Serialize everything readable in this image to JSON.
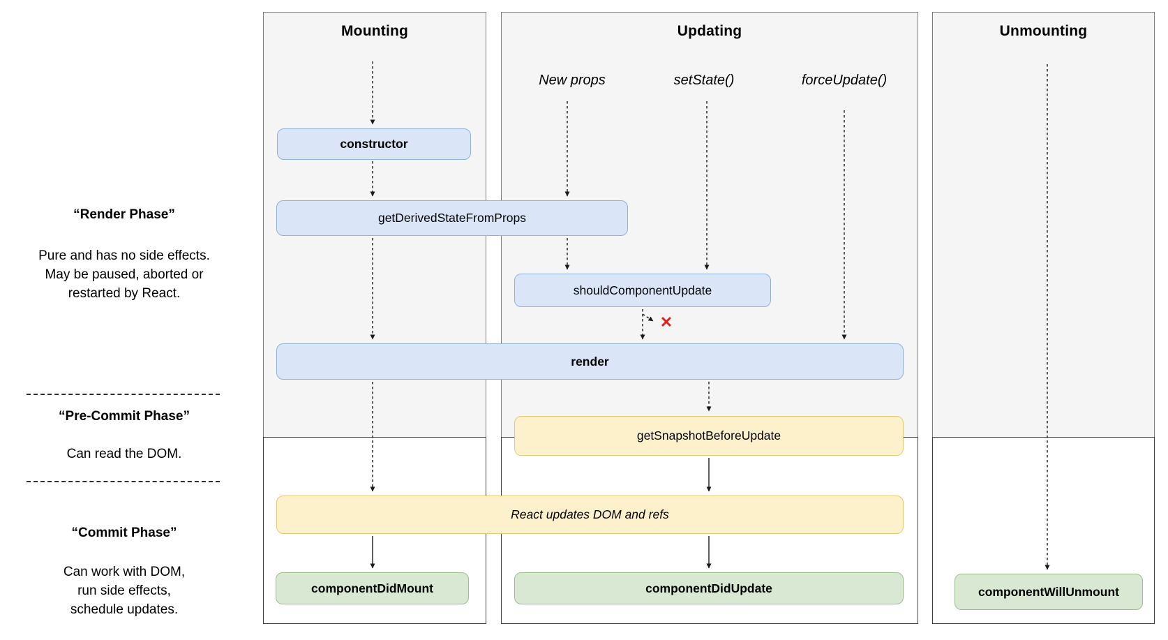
{
  "diagram": {
    "columns": [
      {
        "title": "Mounting"
      },
      {
        "title": "Updating"
      },
      {
        "title": "Unmounting"
      }
    ],
    "triggers": [
      "New props",
      "setState()",
      "forceUpdate()"
    ],
    "phases": [
      {
        "title": "“Render Phase”",
        "lines": [
          "Pure and has no side effects.",
          "May be paused, aborted or",
          "restarted by React."
        ]
      },
      {
        "title": "“Pre-Commit Phase”",
        "lines": [
          "Can read the DOM."
        ]
      },
      {
        "title": "“Commit Phase”",
        "lines": [
          "Can work with DOM,",
          "run side effects,",
          "schedule updates."
        ]
      }
    ],
    "methods": {
      "ctor": "constructor",
      "get_derived_state_from_props": "getDerivedStateFromProps",
      "should_component_update": "shouldComponentUpdate",
      "render": "render",
      "get_snapshot_before_update": "getSnapshotBeforeUpdate",
      "react_updates_dom": "React updates DOM and refs",
      "component_did_mount": "componentDidMount",
      "component_did_update": "componentDidUpdate",
      "component_will_unmount": "componentWillUnmount"
    },
    "icons": {
      "abort_x": "✕"
    },
    "colors": {
      "lifecycle_blue_fill": "#dae6f8",
      "lifecycle_blue_border": "#8fb1dc",
      "side_effect_yellow_fill": "#fdf1cc",
      "side_effect_yellow_border": "#e4c878",
      "commit_green_fill": "#d9e8d3",
      "commit_green_border": "#9dbd8c",
      "column_gray_fill": "#f5f5f5",
      "abort_red": "#e0201f"
    }
  }
}
